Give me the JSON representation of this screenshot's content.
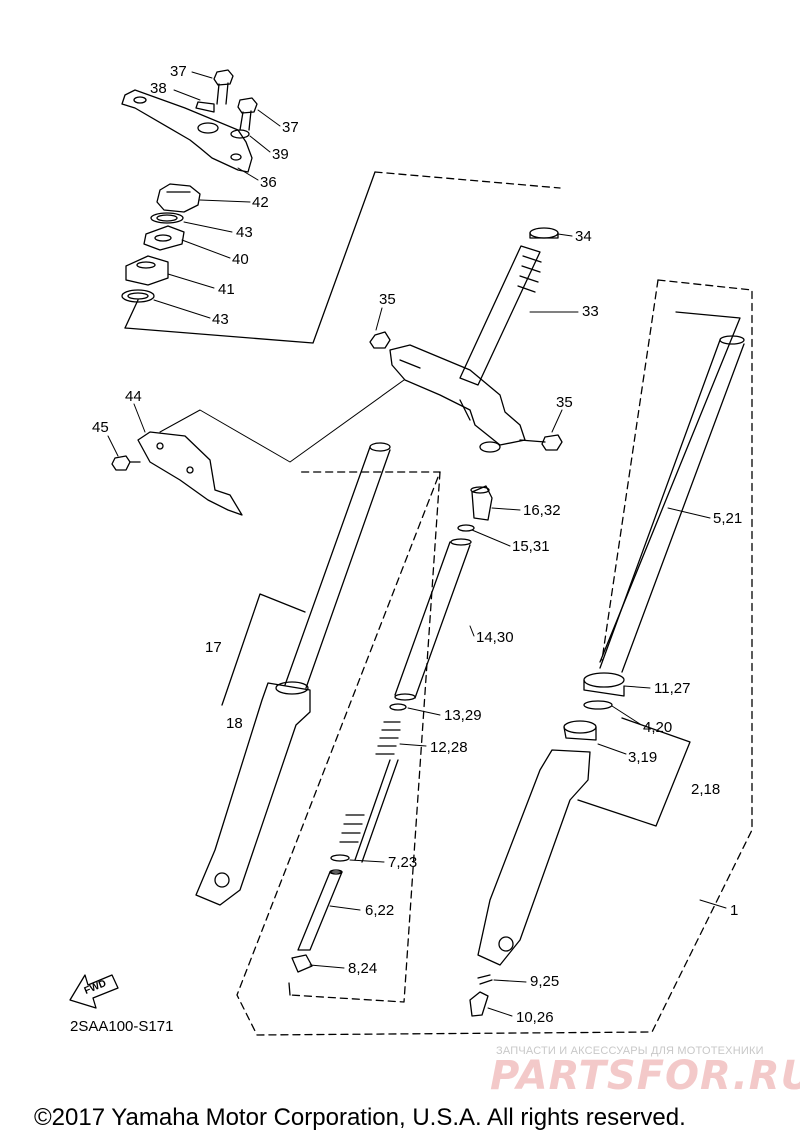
{
  "diagram_code": "2SAA100-S171",
  "copyright": "©2017 Yamaha Motor Corporation, U.S.A. All rights reserved.",
  "watermark": {
    "subtitle": "ЗАПЧАСТИ И АКСЕССУАРЫ ДЛЯ МОТОТЕХНИКИ",
    "logo": "PARTSFOR.RU"
  },
  "fwd_arrow_label": "FWD",
  "callouts": {
    "c37a": "37",
    "c38": "38",
    "c37b": "37",
    "c39": "39",
    "c36": "36",
    "c42": "42",
    "c43a": "43",
    "c40": "40",
    "c41": "41",
    "c43b": "43",
    "c34": "34",
    "c35a": "35",
    "c33": "33",
    "c35b": "35",
    "c44": "44",
    "c45": "45",
    "c16_32": "16,32",
    "c15_31": "15,31",
    "c14_30": "14,30",
    "c13_29": "13,29",
    "c12_28": "12,28",
    "c7_23": "7,23",
    "c6_22": "6,22",
    "c8_24": "8,24",
    "c5_21": "5,21",
    "c11_27": "11,27",
    "c4_20": "4,20",
    "c3_19": "3,19",
    "c2_18": "2,18",
    "c1": "1",
    "c9_25": "9,25",
    "c10_26": "10,26",
    "c17": "17",
    "c18": "18"
  }
}
